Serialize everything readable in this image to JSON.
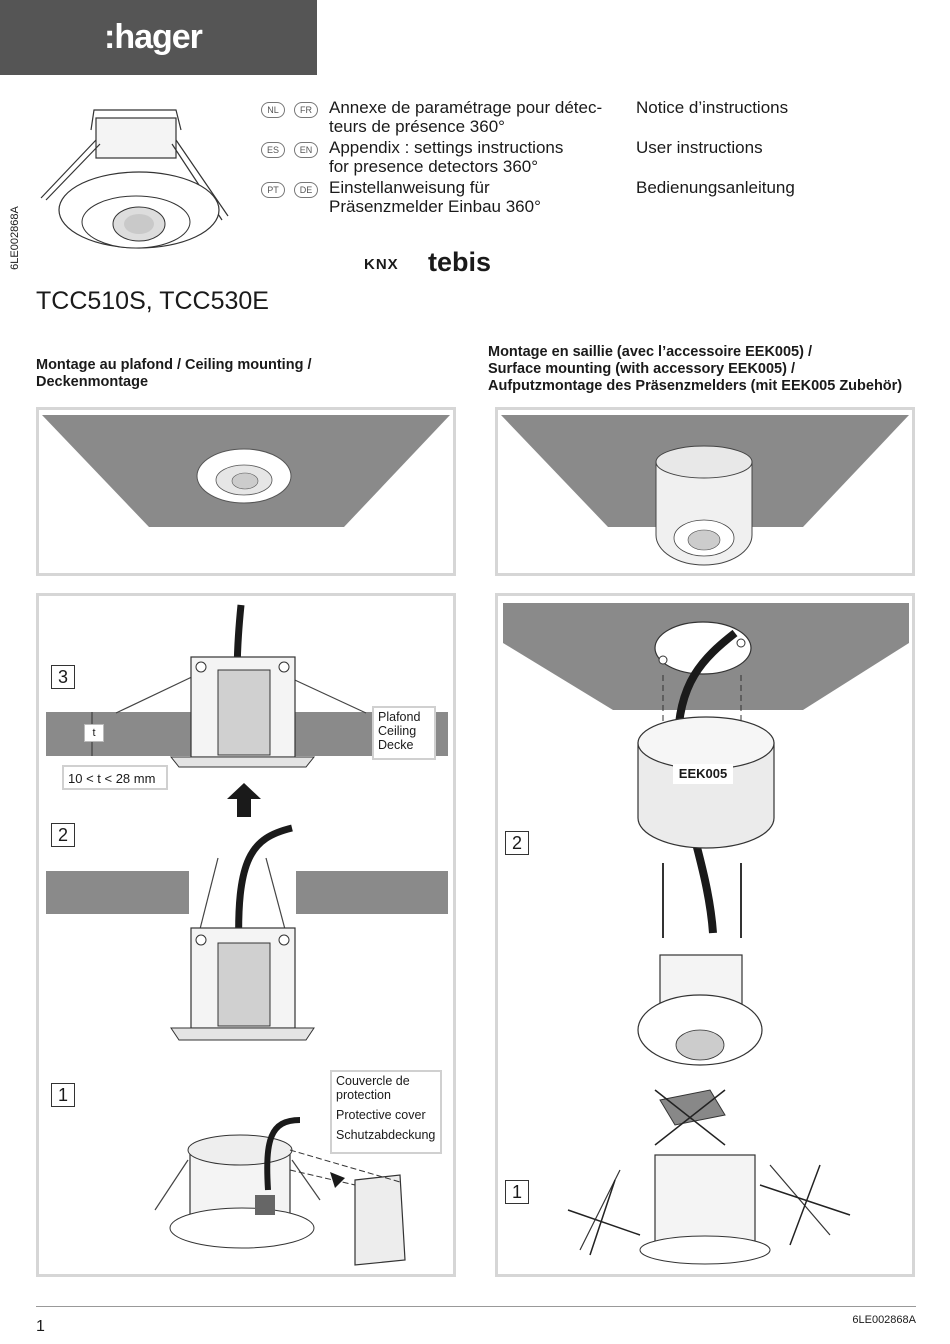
{
  "header": {
    "logo_text": ":hager",
    "doc_code_vertical": "6LE002868A"
  },
  "languages": [
    {
      "codes": [
        "NL",
        "FR"
      ],
      "title_line1": "Annexe de paramétrage pour détec-",
      "title_line2": "teurs de présence 360°",
      "side": "Notice d’instructions"
    },
    {
      "codes": [
        "ES",
        "EN"
      ],
      "title_line1": "Appendix : settings instructions",
      "title_line2": "for presence detectors 360°",
      "side": "User instructions"
    },
    {
      "codes": [
        "PT",
        "DE"
      ],
      "title_line1": "Einstellanweisung für",
      "title_line2": "Präsenzmelder Einbau 360°",
      "side": "Bedienungsanleitung"
    }
  ],
  "brand": {
    "knx": "KNX",
    "tebis": "tebis"
  },
  "product_title": "TCC510S, TCC530E",
  "left_section": {
    "line1": "Montage au plafond / Ceiling mounting /",
    "line2": "Deckenmontage"
  },
  "right_section": {
    "line1": "Montage en saillie (avec l’accessoire EEK005) /",
    "line2": "Surface mounting (with accessory EEK005) /",
    "line3": "Aufputzmontage des Präsenzmelders (mit EEK005 Zubehör)"
  },
  "left_steps": {
    "step3": "3",
    "step2": "2",
    "step1": "1"
  },
  "right_steps": {
    "step2": "2",
    "step1": "1"
  },
  "labels": {
    "thickness": "t",
    "thickness_range": "10 < t < 28 mm",
    "ceiling_fr": "Plafond",
    "ceiling_en": "Ceiling",
    "ceiling_de": "Decke",
    "cover_fr_1": "Couvercle de",
    "cover_fr_2": "protection",
    "cover_en": "Protective cover",
    "cover_de": "Schutzabdeckung",
    "accessory": "EEK005"
  },
  "footer": {
    "page": "1",
    "code": "6LE002868A"
  },
  "colors": {
    "header": "#555555",
    "ceiling": "#8a8a8a",
    "panel_border": "#d6d6d6"
  }
}
